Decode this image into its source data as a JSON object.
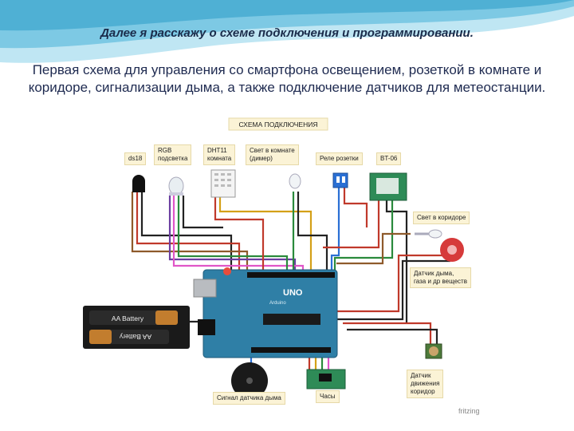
{
  "slide": {
    "heading": "Далее я расскажу о схеме подключения и программировании.",
    "intro": "Первая схема для управления со смартфона освещением, розеткой в комнате и коридоре, сигнализации дыма, а также подключение датчиков для метеостанции."
  },
  "diagram": {
    "title": "СХЕМА ПОДКЛЮЧЕНИЯ",
    "labels": {
      "ds18": "ds18",
      "rgb": "RGB\nподсветка",
      "dht11": "DHT11\nкомната",
      "room_light": "Свет в комнате\n(димер)",
      "relay": "Реле розетки",
      "bt": "BT-06",
      "corridor_light": "Свет в коридоре",
      "gas_sensor": "Датчик дыма,\nгаза и др веществ",
      "motion_sensor": "Датчик\nдвижения\nкоридор",
      "clock": "Часы",
      "smoke_signal": "Сигнал датчика дыма"
    },
    "battery_label": "AA Battery",
    "board": {
      "brand": "UNO",
      "maker": "Arduino"
    },
    "watermark": "fritzing"
  },
  "colors": {
    "wave": "#5bb8d8",
    "board": "#2f7fa6",
    "label_bg": "#fbf3d6",
    "bt_module": "#2e8b57"
  }
}
